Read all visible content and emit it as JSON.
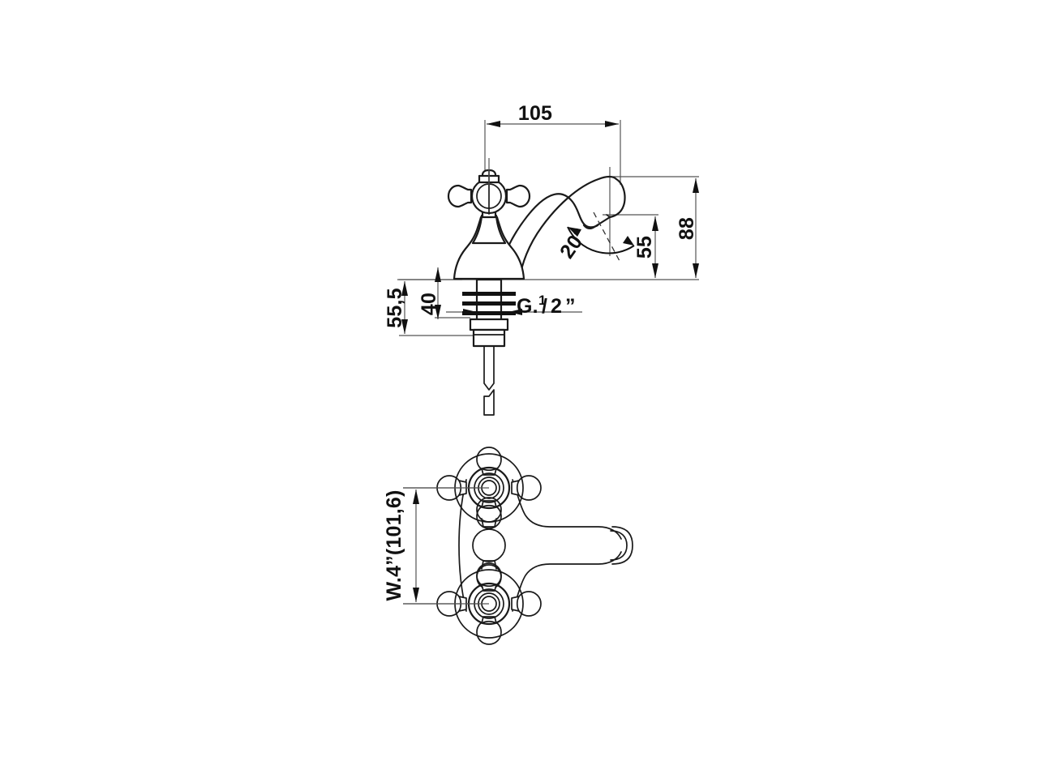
{
  "document": {
    "type": "technical-drawing",
    "subject": "Pillar tap / basin faucet with cross handles",
    "background_color": "#ffffff",
    "line_color": "#1a1a1a",
    "dimension_color": "#555555"
  },
  "views": {
    "side": {
      "name": "Side elevation",
      "label": "side-elevation-view"
    },
    "top": {
      "name": "Top view",
      "label": "top-plan-view"
    }
  },
  "dimensions": {
    "spout_reach": {
      "value": "105",
      "name": "spout-reach-dimension",
      "orientation": "horizontal"
    },
    "total_height": {
      "value": "88",
      "name": "total-height-dimension",
      "orientation": "vertical"
    },
    "spout_height": {
      "value": "55",
      "name": "spout-outlet-height-dimension",
      "orientation": "vertical"
    },
    "shank_total": {
      "value": "55,5",
      "name": "shank-total-length-dimension",
      "orientation": "vertical"
    },
    "thread_length": {
      "value": "40",
      "name": "thread-length-dimension",
      "orientation": "vertical"
    },
    "outlet_angle": {
      "value": "20°",
      "name": "outlet-angle-dimension",
      "orientation": "angular"
    },
    "connection_thread": {
      "prefix": "G.",
      "numerator": "1",
      "slash": "/",
      "denominator": "2",
      "suffix": "”",
      "full": "G.1/2”",
      "name": "inlet-thread-callout"
    },
    "handle_centers": {
      "value": "W.4”(101,6)",
      "name": "handle-center-distance-dimension",
      "orientation": "vertical"
    }
  }
}
